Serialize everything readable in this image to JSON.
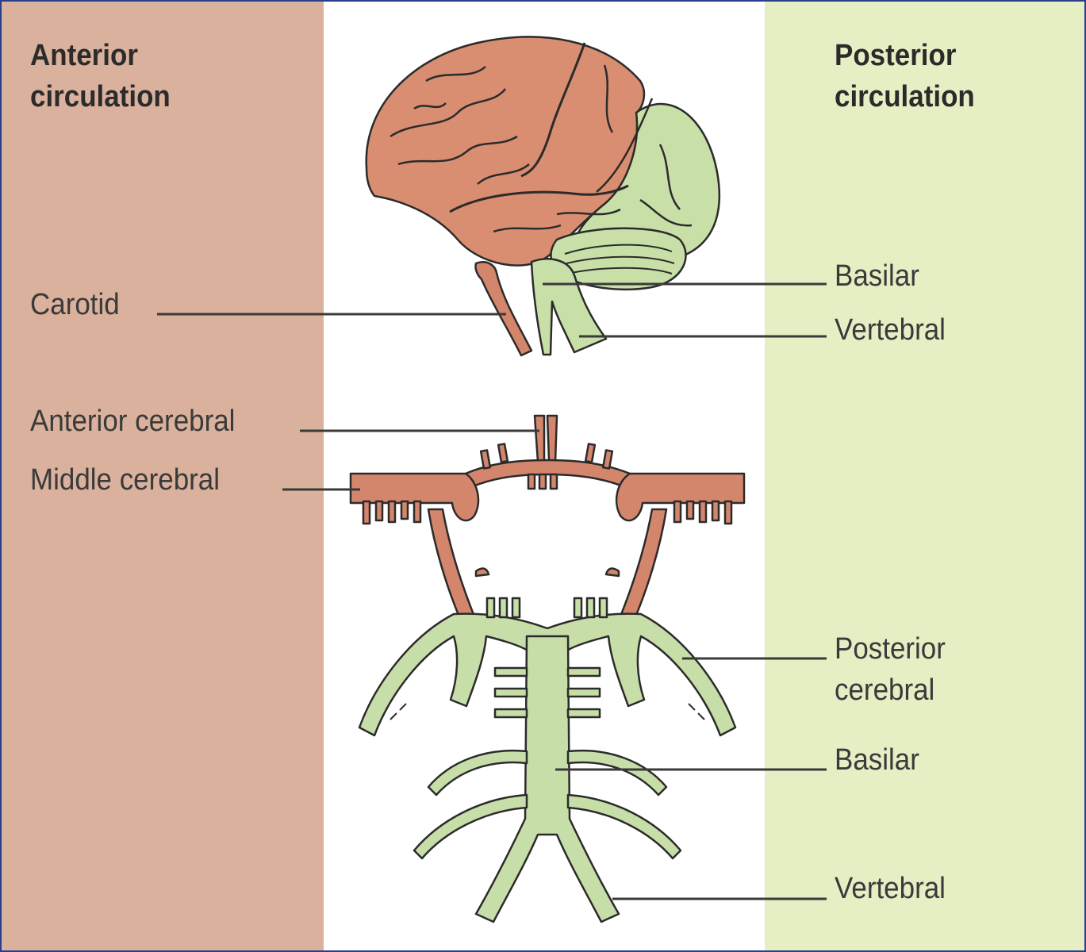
{
  "headings": {
    "anterior": {
      "line1": "Anterior",
      "line2": "circulation"
    },
    "posterior": {
      "line1": "Posterior",
      "line2": "circulation"
    }
  },
  "labels": {
    "carotid": "Carotid",
    "basilar_top": "Basilar",
    "vertebral_top": "Vertebral",
    "anterior_cerebral": "Anterior cerebral",
    "middle_cerebral": "Middle cerebral",
    "posterior_cerebral": {
      "line1": "Posterior",
      "line2": "cerebral"
    },
    "basilar_bottom": "Basilar",
    "vertebral_bottom": "Vertebral"
  },
  "colors": {
    "anterior": "#d9b19c",
    "posterior": "#e6eec4",
    "brain_anterior": "#d98e72",
    "brain_posterior": "#c9dfa8",
    "artery_anterior": "#d4866c",
    "artery_posterior": "#c8dea8",
    "outline": "#2b2b2b",
    "frame": "#2a3f8c"
  }
}
